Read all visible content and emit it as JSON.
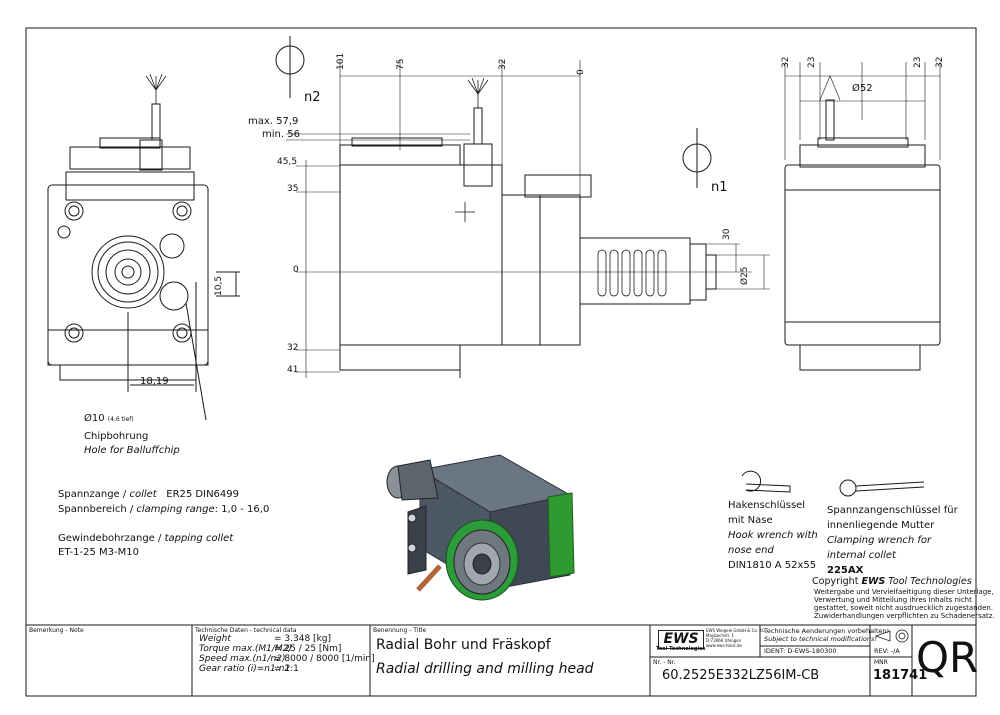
{
  "top_view": {
    "n2_label": "n2",
    "n1_label": "n1",
    "max_label": "max. 57,9",
    "min_label": "min. 56",
    "dims_h": [
      "101",
      "75",
      "32",
      "0"
    ],
    "dims_v": [
      "45,5",
      "35",
      "0",
      "32",
      "41"
    ],
    "dim_30": "30",
    "dim_d25": "Ø25"
  },
  "left_view": {
    "dim_10_5": "10,5",
    "dim_18_19": "18,19",
    "hole_diameter": "Ø10",
    "hole_depth": "(4,6 tief)",
    "chip_de": "Chipbohrung",
    "chip_en": "Hole for Balluffchip"
  },
  "right_view": {
    "dims_top": [
      "32",
      "23",
      "23",
      "32"
    ],
    "dim_d52": "Ø52"
  },
  "specs": {
    "collet_de": "Spannzange /",
    "collet_en": "collet",
    "collet_value": "ER25   DIN6499",
    "range_de": "Spannbereich /",
    "range_en": "clamping range",
    "range_value": ": 1,0 - 16,0",
    "tap_de": "Gewindebohrzange /",
    "tap_en": "tapping collet",
    "tap_value": "ET-1-25   M3-M10"
  },
  "wrench1": {
    "de1": "Hakenschlüssel",
    "de2": "mit Nase",
    "en1": "Hook wrench with",
    "en2": "nose end",
    "code": "DIN1810 A 52x55"
  },
  "wrench2": {
    "de1": "Spannzangenschlüssel für",
    "de2": "innenliegende Mutter",
    "en1": "Clamping wrench for",
    "en2": "internal collet",
    "code": "225AX"
  },
  "copyright": {
    "title_pre": "Copyright ",
    "title_brand": "EWS",
    "title_post": " Tool Technologies",
    "l1": "Weitergabe und Vervielfaeltigung dieser Unterlage,",
    "l2": "Verwertung und Mitteilung ihres Inhalts nicht",
    "l3": "gestattet, soweit nicht ausdruecklich zugestanden.",
    "l4": "Zuwiderhandlungen verpflichten zu Schadenersatz."
  },
  "title_block": {
    "remark_label": "Bemerkung - Note",
    "tech_label": "Technische Daten - technical data",
    "weight_label": "Weight",
    "weight_value": "=   3.348 [kg]",
    "torque_label": "Torque max.(M1/M2)",
    "torque_value": "=   25 / 25 [Nm]",
    "speed_label": "Speed max.(n1/n2)",
    "speed_value": "=   8000 / 8000 [1/min]",
    "ratio_label": "Gear ratio   (i)=n1:n2",
    "ratio_value": "=   1:1",
    "name_label": "Benennung - Title",
    "title_de": "Radial Bohr und Fräskopf",
    "title_en": "Radial drilling and milling head",
    "logo": "EWS",
    "logo_sub": "Tool Technologies",
    "company_lines": [
      "EWS Weigele GmbH & Co. KG",
      "Maybachstr. 1",
      "D-73066 Uhingen",
      "www.ews-tools.de"
    ],
    "change_de": "Technische Aenderungen vorbehalten!",
    "change_en": "Subject to technical modifications!",
    "ident": "IDENT:  D-EWS-180300",
    "rev": "REV:  -/A",
    "nr_label": "Nr. - Nr.",
    "nr_value": "60.2525E332LZ56IM-CB",
    "mnr_label": "MNR",
    "mnr_value": "181741",
    "qr": "QR"
  }
}
